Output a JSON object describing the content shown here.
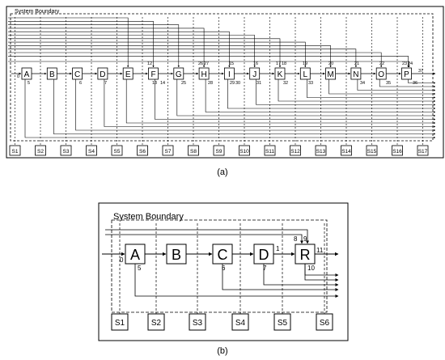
{
  "diagram_a": {
    "boundary_label": "System Boundary",
    "process_blocks": [
      "A",
      "B",
      "C",
      "D",
      "E",
      "F",
      "G",
      "H",
      "I",
      "J",
      "K",
      "L",
      "M",
      "N",
      "O",
      "P"
    ],
    "stations": [
      "S1",
      "S2",
      "S3",
      "S4",
      "S5",
      "S6",
      "S7",
      "S8",
      "S9",
      "S10",
      "S11",
      "S12",
      "S13",
      "S14",
      "S15",
      "S16",
      "S17"
    ],
    "stream_numbers": [
      "0",
      "5",
      "6",
      "7",
      "12",
      "13",
      "14",
      "25",
      "26",
      "27",
      "28",
      "29",
      "30",
      "15",
      "16",
      "31",
      "17",
      "18",
      "32",
      "19",
      "33",
      "20",
      "21",
      "34",
      "22",
      "35",
      "23",
      "24",
      "36",
      "37"
    ],
    "caption": "(a)"
  },
  "diagram_b": {
    "boundary_label": "System Boundary",
    "process_blocks": [
      "A",
      "B",
      "C",
      "D",
      "R"
    ],
    "stations": [
      "S1",
      "S2",
      "S3",
      "S4",
      "S5",
      "S6"
    ],
    "stream_numbers": [
      "0",
      "5",
      "6",
      "7",
      "1",
      "8",
      "9",
      "10",
      "11"
    ],
    "caption": "(b)"
  }
}
